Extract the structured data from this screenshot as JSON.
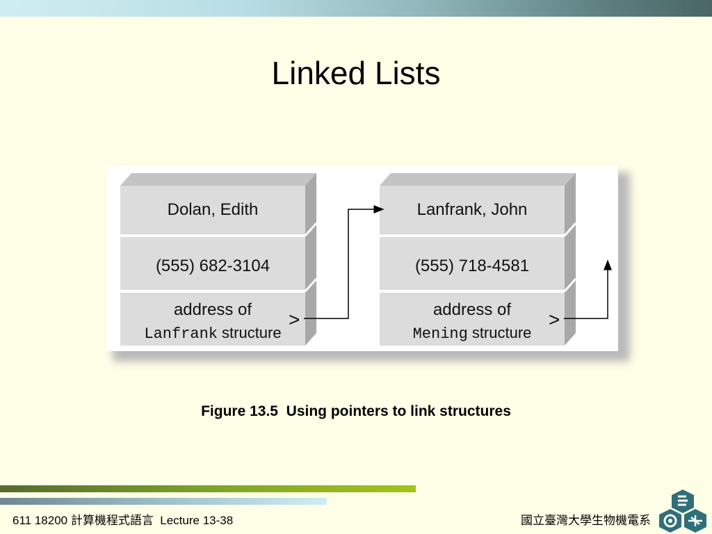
{
  "slide": {
    "title": "Linked Lists",
    "caption_figure": "Figure 13.5",
    "caption_text": "Using pointers to link structures",
    "footer_left": "611 18200 計算機程式語言  Lecture 13-38",
    "footer_right": "國立臺灣大學生物機電系"
  },
  "diagram": {
    "structures": [
      {
        "name": "Dolan, Edith",
        "phone": "(555) 682-3104",
        "address_line1": "address of",
        "address_code": "Lanfrank",
        "address_word": "structure",
        "pointer_symbol": ">"
      },
      {
        "name": "Lanfrank, John",
        "phone": "(555) 718-4581",
        "address_line1": "address of",
        "address_code": "Mening",
        "address_word": "structure",
        "pointer_symbol": ">"
      }
    ]
  },
  "colors": {
    "background": "#ffffe8",
    "box_face": "#dcdcdc",
    "box_side": "#a8a8a8",
    "box_top": "#c4c4c4"
  }
}
